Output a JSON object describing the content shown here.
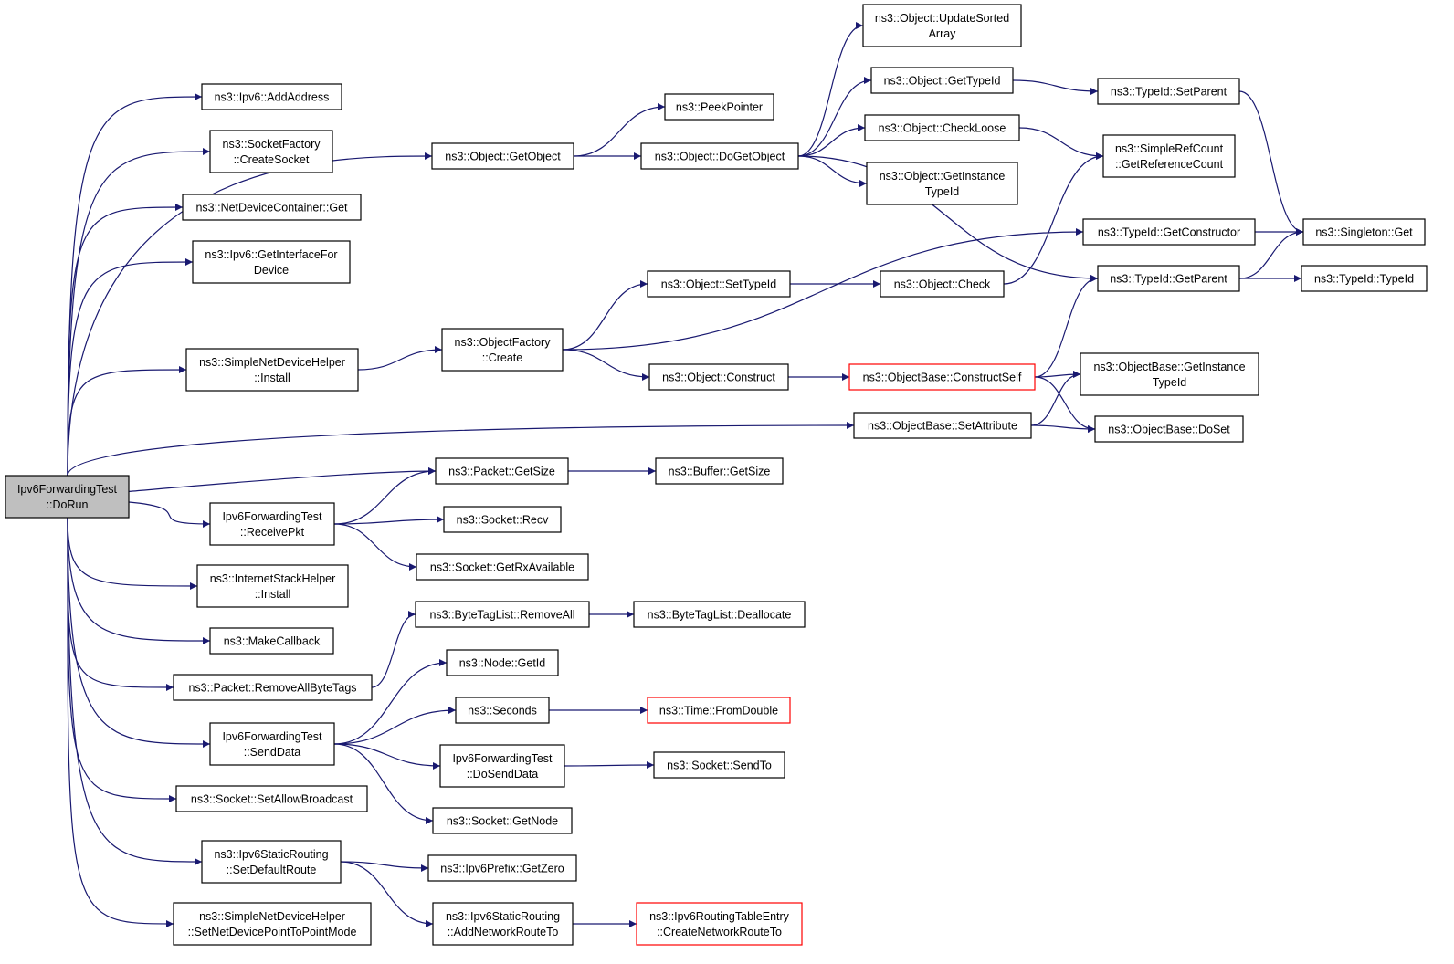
{
  "colors": {
    "edge": "#191970",
    "box": "#000000",
    "box_truncated": "#ff0000",
    "focus_fill": "#bfbfbf",
    "fill": "#ffffff"
  },
  "nodes": {
    "dorun": {
      "lines": [
        "Ipv6ForwardingTest",
        "::DoRun"
      ],
      "style": "focus"
    },
    "ipv6addaddress": {
      "lines": [
        "ns3::Ipv6::AddAddress"
      ]
    },
    "socketfactory": {
      "lines": [
        "ns3::SocketFactory",
        "::CreateSocket"
      ]
    },
    "netdevcontainer": {
      "lines": [
        "ns3::NetDeviceContainer::Get"
      ]
    },
    "ipv6getiface": {
      "lines": [
        "ns3::Ipv6::GetInterfaceFor",
        "Device"
      ]
    },
    "simplenetdevinstall": {
      "lines": [
        "ns3::SimpleNetDeviceHelper",
        "::Install"
      ]
    },
    "receivepkt": {
      "lines": [
        "Ipv6ForwardingTest",
        "::ReceivePkt"
      ]
    },
    "internetstack": {
      "lines": [
        "ns3::InternetStackHelper",
        "::Install"
      ]
    },
    "makecallback": {
      "lines": [
        "ns3::MakeCallback"
      ]
    },
    "removeallbytetags": {
      "lines": [
        "ns3::Packet::RemoveAllByteTags"
      ]
    },
    "senddata": {
      "lines": [
        "Ipv6ForwardingTest",
        "::SendData"
      ]
    },
    "setallowbroadcast": {
      "lines": [
        "ns3::Socket::SetAllowBroadcast"
      ]
    },
    "setdefaultroute": {
      "lines": [
        "ns3::Ipv6StaticRouting",
        "::SetDefaultRoute"
      ]
    },
    "setp2pmode": {
      "lines": [
        "ns3::SimpleNetDeviceHelper",
        "::SetNetDevicePointToPointMode"
      ]
    },
    "getobject": {
      "lines": [
        "ns3::Object::GetObject"
      ]
    },
    "objectfactory": {
      "lines": [
        "ns3::ObjectFactory",
        "::Create"
      ]
    },
    "setattribute": {
      "lines": [
        "ns3::ObjectBase::SetAttribute"
      ]
    },
    "packetgetsize": {
      "lines": [
        "ns3::Packet::GetSize"
      ]
    },
    "socketrecv": {
      "lines": [
        "ns3::Socket::Recv"
      ]
    },
    "getrxavailable": {
      "lines": [
        "ns3::Socket::GetRxAvailable"
      ]
    },
    "bytetagremoveall": {
      "lines": [
        "ns3::ByteTagList::RemoveAll"
      ]
    },
    "nodegetid": {
      "lines": [
        "ns3::Node::GetId"
      ]
    },
    "seconds": {
      "lines": [
        "ns3::Seconds"
      ]
    },
    "dosenddata": {
      "lines": [
        "Ipv6ForwardingTest",
        "::DoSendData"
      ]
    },
    "socketgetnode": {
      "lines": [
        "ns3::Socket::GetNode"
      ]
    },
    "prefixgetzero": {
      "lines": [
        "ns3::Ipv6Prefix::GetZero"
      ]
    },
    "addnetworkroute": {
      "lines": [
        "ns3::Ipv6StaticRouting",
        "::AddNetworkRouteTo"
      ]
    },
    "peekpointer": {
      "lines": [
        "ns3::PeekPointer"
      ]
    },
    "dogetobject": {
      "lines": [
        "ns3::Object::DoGetObject"
      ]
    },
    "settypeid": {
      "lines": [
        "ns3::Object::SetTypeId"
      ]
    },
    "construct": {
      "lines": [
        "ns3::Object::Construct"
      ]
    },
    "buffergetsize": {
      "lines": [
        "ns3::Buffer::GetSize"
      ]
    },
    "deallocate": {
      "lines": [
        "ns3::ByteTagList::Deallocate"
      ]
    },
    "fromdouble": {
      "lines": [
        "ns3::Time::FromDouble"
      ],
      "style": "truncated"
    },
    "sendto": {
      "lines": [
        "ns3::Socket::SendTo"
      ]
    },
    "createnetworkroute": {
      "lines": [
        "ns3::Ipv6RoutingTableEntry",
        "::CreateNetworkRouteTo"
      ],
      "style": "truncated"
    },
    "updatesorted": {
      "lines": [
        "ns3::Object::UpdateSorted",
        "Array"
      ]
    },
    "objgettypeid": {
      "lines": [
        "ns3::Object::GetTypeId"
      ]
    },
    "checkloose": {
      "lines": [
        "ns3::Object::CheckLoose"
      ]
    },
    "getinstancetypeid": {
      "lines": [
        "ns3::Object::GetInstance",
        "TypeId"
      ]
    },
    "check": {
      "lines": [
        "ns3::Object::Check"
      ]
    },
    "constructself": {
      "lines": [
        "ns3::ObjectBase::ConstructSelf"
      ],
      "style": "truncated"
    },
    "typeidsetparent": {
      "lines": [
        "ns3::TypeId::SetParent"
      ]
    },
    "refcount": {
      "lines": [
        "ns3::SimpleRefCount",
        "::GetReferenceCount"
      ]
    },
    "getconstructor": {
      "lines": [
        "ns3::TypeId::GetConstructor"
      ]
    },
    "typeidgetparent": {
      "lines": [
        "ns3::TypeId::GetParent"
      ]
    },
    "objbasegetinst": {
      "lines": [
        "ns3::ObjectBase::GetInstance",
        "TypeId"
      ]
    },
    "doset": {
      "lines": [
        "ns3::ObjectBase::DoSet"
      ]
    },
    "singletonget": {
      "lines": [
        "ns3::Singleton::Get"
      ]
    },
    "typeidtypeid": {
      "lines": [
        "ns3::TypeId::TypeId"
      ]
    }
  },
  "edges": [
    [
      "dorun",
      "ipv6addaddress"
    ],
    [
      "dorun",
      "socketfactory"
    ],
    [
      "dorun",
      "netdevcontainer"
    ],
    [
      "dorun",
      "ipv6getiface"
    ],
    [
      "dorun",
      "getobject"
    ],
    [
      "dorun",
      "simplenetdevinstall"
    ],
    [
      "dorun",
      "setattribute"
    ],
    [
      "dorun",
      "packetgetsize"
    ],
    [
      "dorun",
      "receivepkt"
    ],
    [
      "dorun",
      "internetstack"
    ],
    [
      "dorun",
      "makecallback"
    ],
    [
      "dorun",
      "removeallbytetags"
    ],
    [
      "dorun",
      "senddata"
    ],
    [
      "dorun",
      "setallowbroadcast"
    ],
    [
      "dorun",
      "setdefaultroute"
    ],
    [
      "dorun",
      "setp2pmode"
    ],
    [
      "getobject",
      "peekpointer"
    ],
    [
      "getobject",
      "dogetobject"
    ],
    [
      "dogetobject",
      "updatesorted"
    ],
    [
      "dogetobject",
      "objgettypeid"
    ],
    [
      "dogetobject",
      "checkloose"
    ],
    [
      "dogetobject",
      "getinstancetypeid"
    ],
    [
      "dogetobject",
      "typeidgetparent"
    ],
    [
      "objgettypeid",
      "typeidsetparent"
    ],
    [
      "typeidsetparent",
      "singletonget"
    ],
    [
      "checkloose",
      "refcount"
    ],
    [
      "simplenetdevinstall",
      "objectfactory"
    ],
    [
      "objectfactory",
      "settypeid"
    ],
    [
      "objectfactory",
      "getconstructor"
    ],
    [
      "objectfactory",
      "construct"
    ],
    [
      "settypeid",
      "check"
    ],
    [
      "check",
      "refcount"
    ],
    [
      "construct",
      "constructself"
    ],
    [
      "constructself",
      "typeidgetparent"
    ],
    [
      "constructself",
      "objbasegetinst"
    ],
    [
      "constructself",
      "doset"
    ],
    [
      "getconstructor",
      "singletonget"
    ],
    [
      "typeidgetparent",
      "singletonget"
    ],
    [
      "typeidgetparent",
      "typeidtypeid"
    ],
    [
      "setattribute",
      "objbasegetinst"
    ],
    [
      "setattribute",
      "doset"
    ],
    [
      "packetgetsize",
      "buffergetsize"
    ],
    [
      "receivepkt",
      "packetgetsize"
    ],
    [
      "receivepkt",
      "socketrecv"
    ],
    [
      "receivepkt",
      "getrxavailable"
    ],
    [
      "removeallbytetags",
      "bytetagremoveall"
    ],
    [
      "bytetagremoveall",
      "deallocate"
    ],
    [
      "senddata",
      "nodegetid"
    ],
    [
      "senddata",
      "seconds"
    ],
    [
      "senddata",
      "dosenddata"
    ],
    [
      "senddata",
      "socketgetnode"
    ],
    [
      "seconds",
      "fromdouble"
    ],
    [
      "dosenddata",
      "sendto"
    ],
    [
      "setdefaultroute",
      "prefixgetzero"
    ],
    [
      "setdefaultroute",
      "addnetworkroute"
    ],
    [
      "addnetworkroute",
      "createnetworkroute"
    ]
  ]
}
